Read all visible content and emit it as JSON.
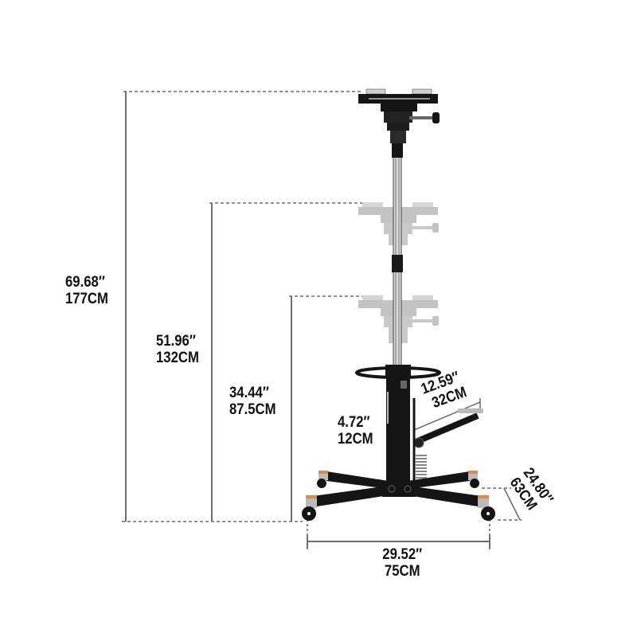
{
  "diagram": {
    "subject": "Transmission jack dimension diagram",
    "colors": {
      "background": "#ffffff",
      "frame": "#1a1a1a",
      "dimension_line": "#6e6e6e",
      "ghost_saddle": "#bdbdbd",
      "caster_accent": "#d98a4e",
      "text": "#111111"
    },
    "dimensions": {
      "max_height": {
        "imperial": "69.68″",
        "metric": "177CM"
      },
      "mid_height": {
        "imperial": "51.96″",
        "metric": "132CM"
      },
      "min_height": {
        "imperial": "34.44″",
        "metric": "87.5CM"
      },
      "pedal_height": {
        "imperial": "4.72″",
        "metric": "12CM"
      },
      "pedal_length": {
        "imperial": "12.59″",
        "metric": "32CM"
      },
      "base_depth": {
        "imperial": "24.80″",
        "metric": "63CM"
      },
      "base_width": {
        "imperial": "29.52″",
        "metric": "75CM"
      }
    },
    "components": [
      "saddle-top",
      "saddle-ghost-mid",
      "saddle-ghost-low",
      "telescoping-ram",
      "handwheel",
      "hydraulic-cylinder",
      "foot-pedal",
      "return-spring",
      "x-base",
      "swivel-casters"
    ]
  }
}
